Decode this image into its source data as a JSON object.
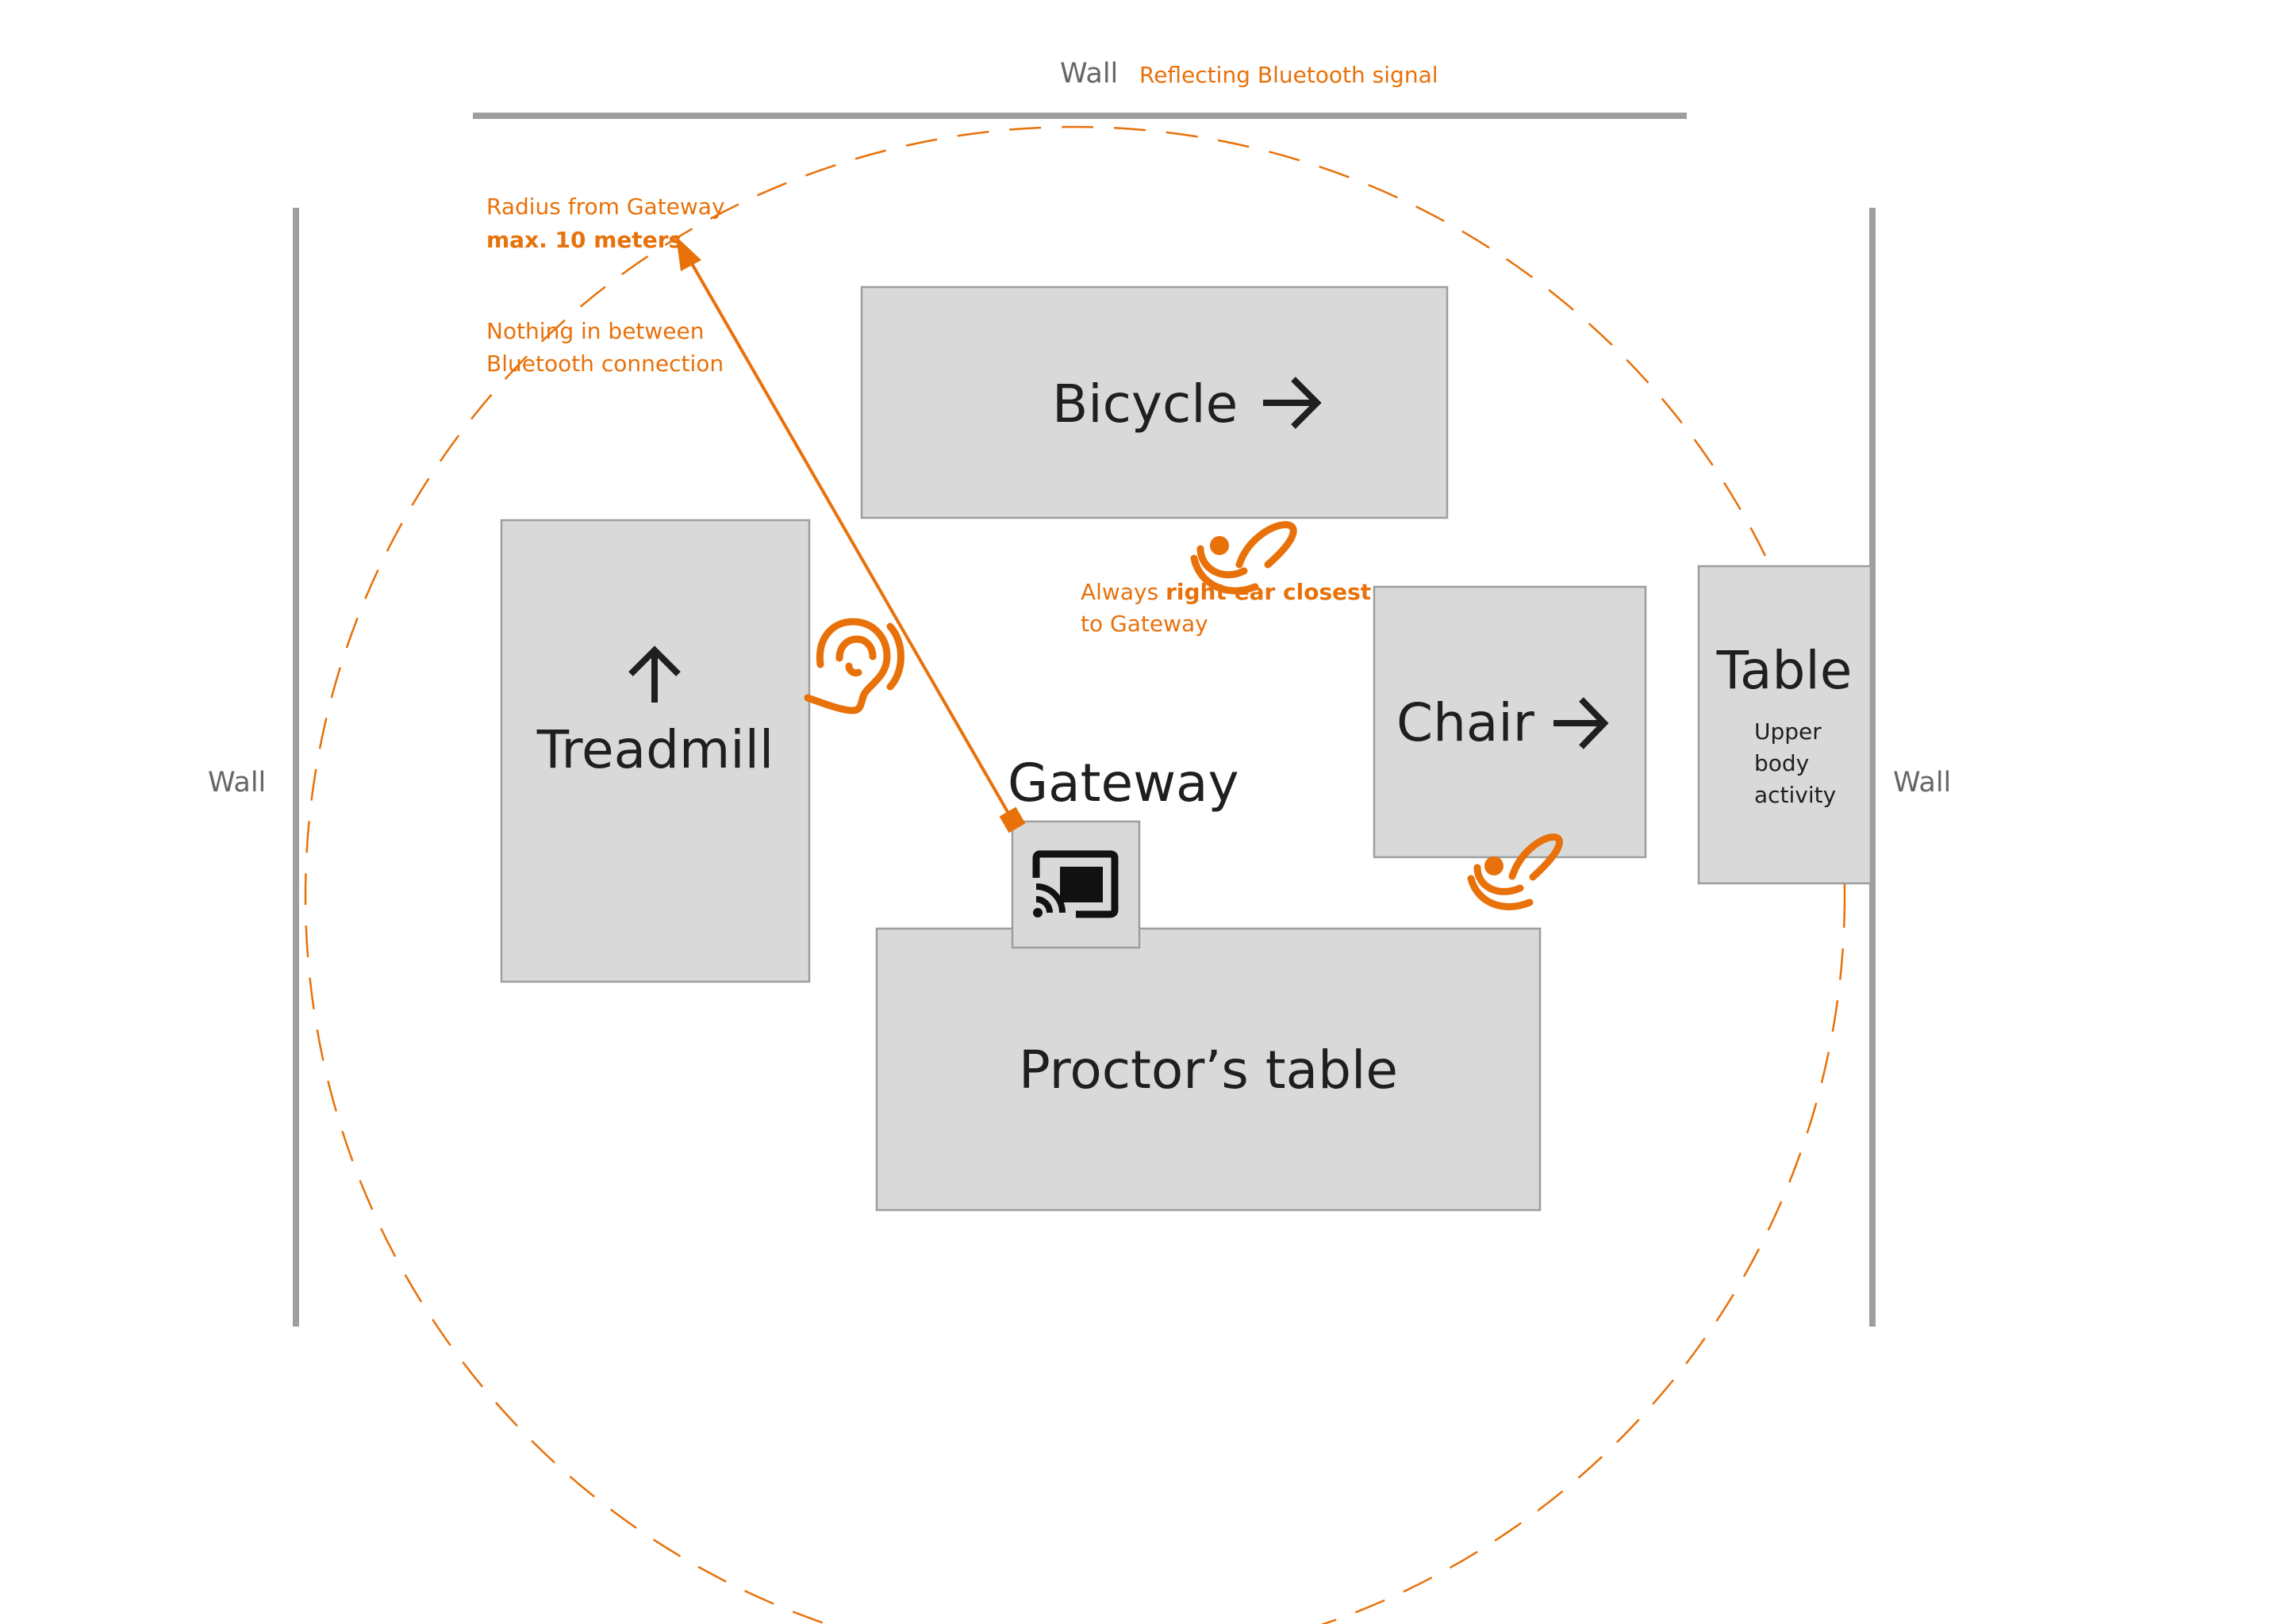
{
  "walls": {
    "top": "Wall",
    "left": "Wall",
    "right": "Wall"
  },
  "notes": {
    "reflecting": "Reflecting Bluetooth signal",
    "radius_line1": "Radius from Gateway",
    "radius_line2": "max. 10 meters",
    "nothing_line1": "Nothing in between",
    "nothing_line2": "Bluetooth connection",
    "ear_line1_prefix": "Always ",
    "ear_line1_bold": "right ear closest",
    "ear_line2": "to Gateway"
  },
  "stations": {
    "bicycle": "Bicycle",
    "treadmill": "Treadmill",
    "chair": "Chair",
    "table": "Table",
    "table_note_1": "Upper",
    "table_note_2": "body",
    "table_note_3": "activity",
    "proctor": "Proctor’s table",
    "gateway": "Gateway"
  },
  "icons": {
    "bicycle_direction": "arrow-right-icon",
    "chair_direction": "arrow-right-icon",
    "treadmill_direction": "arrow-up-icon",
    "gateway_device": "cast-icon",
    "ear_treadmill": "ear-icon",
    "ear_bicycle": "hearing-aid-icon",
    "ear_chair": "hearing-aid-icon"
  },
  "colors": {
    "accent": "#e8710a",
    "box_fill": "#d9d9d9",
    "wall": "#9e9e9e",
    "text": "#1f1f1f"
  }
}
